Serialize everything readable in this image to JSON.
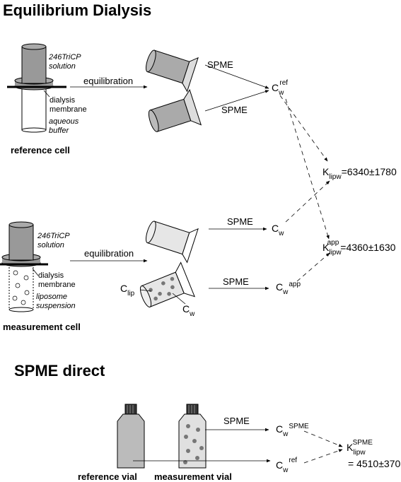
{
  "section1": {
    "title": "Equilibrium Dialysis",
    "reference_cell": {
      "label": "reference cell",
      "solution": [
        "246TriCP",
        "solution"
      ],
      "membrane": [
        "dialysis",
        "membrane"
      ],
      "buffer": [
        "aqueous",
        "buffer"
      ],
      "process": "equilibration"
    },
    "measurement_cell": {
      "label": "measurement cell",
      "solution": [
        "246TriCP",
        "solution"
      ],
      "membrane": [
        "dialysis",
        "membrane"
      ],
      "suspension": [
        "liposome",
        "suspension"
      ],
      "process": "equilibration"
    },
    "spme": "SPME",
    "c_ref": {
      "base": "C",
      "sub": "w",
      "sup": "ref"
    },
    "c_w": {
      "base": "C",
      "sub": "w"
    },
    "c_app": {
      "base": "C",
      "sub": "w",
      "sup": "app"
    },
    "c_lip": {
      "base": "C",
      "sub": "lip"
    },
    "c_w_label": {
      "base": "C",
      "sub": "w"
    },
    "k_lipw": {
      "base": "K",
      "sub": "lipw",
      "value": "=6340±1780"
    },
    "k_app": {
      "base": "K",
      "sub": "lipw",
      "sup": "app",
      "value": "=4360±1630"
    }
  },
  "section2": {
    "title": "SPME direct",
    "reference_vial": "reference vial",
    "measurement_vial": "measurement vial",
    "spme": "SPME",
    "c_spme": {
      "base": "C",
      "sub": "w",
      "sup": "SPME"
    },
    "c_ref": {
      "base": "C",
      "sub": "w",
      "sup": "ref"
    },
    "k_spme": {
      "base": "K",
      "sub": "lipw",
      "sup": "SPME",
      "value": "= 4510±370"
    }
  }
}
